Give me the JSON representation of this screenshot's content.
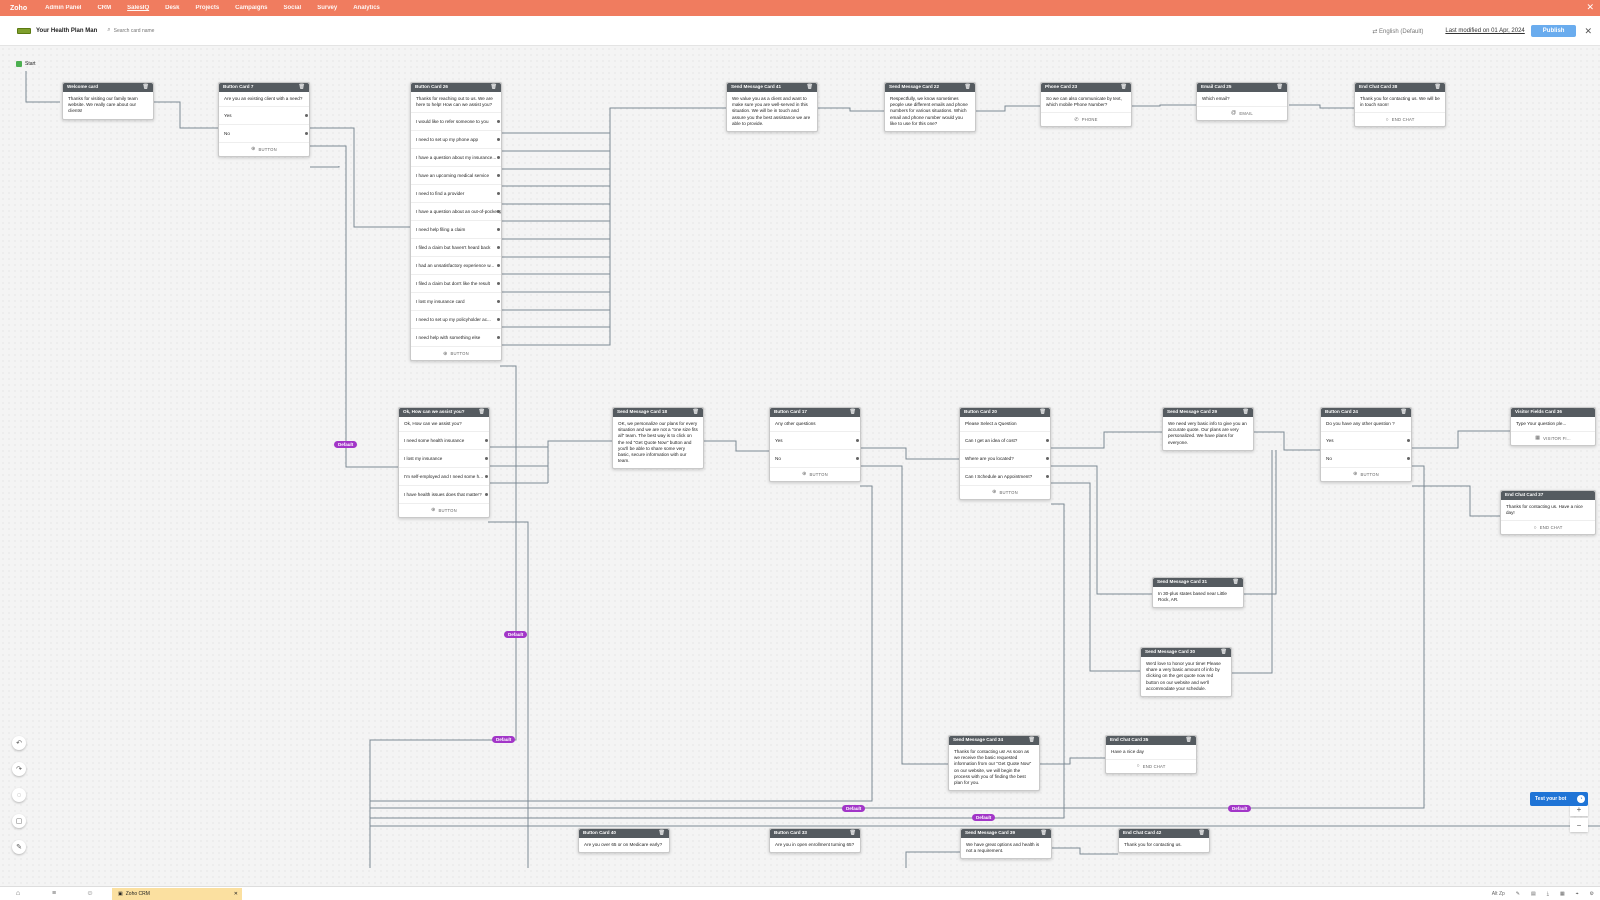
{
  "topnav": {
    "brand": "Zoho",
    "items": [
      "Admin Panel",
      "CRM",
      "SalesIQ",
      "Desk",
      "Projects",
      "Campaigns",
      "Social",
      "Survey",
      "Analytics"
    ],
    "active": "SalesIQ"
  },
  "header": {
    "bot_name": "Your Health Plan Man",
    "search_placeholder": "Search card name",
    "language": "English (Default)",
    "last_modified": "Last modified on 01 Apr, 2024",
    "publish_label": "Publish"
  },
  "canvas": {
    "start_label": "Start",
    "default_label": "Default",
    "cards": {
      "welcome": {
        "title": "Welcome card",
        "message": "Thanks for visiting our family team website. We really care about our clients!"
      },
      "button7": {
        "title": "Button Card 7",
        "message": "Are you an existing client with a need?",
        "options": [
          "Yes",
          "No"
        ]
      },
      "button26": {
        "title": "Button Card 26",
        "message": "Thanks for reaching out to us. We are here to help! How can we assist you?",
        "options": [
          "I would like to refer someone to you",
          "I need to set up my phone app",
          "I have a question about my insurance...",
          "I have an upcoming medical service",
          "I need to find a provider",
          "I have a question about an out-of-pocket pay",
          "I need help filing a claim",
          "I filed a claim but haven't heard back",
          "I had an unsatisfactory experience w...",
          "I filed a claim but don't like the result",
          "I lost my insurance card",
          "I need to set up my policyholder ac...",
          "I need help with something else"
        ]
      },
      "send41": {
        "title": "Send Message Card 41",
        "message": "We value you as a client and want to make sure you are well-served in this situation. We will be in touch and assure you the best assistance we are able to provide."
      },
      "send22": {
        "title": "Send Message Card 22",
        "message": "Respectfully, we know sometimes people use different emails and phone numbers for various situations. Which email and phone number would you like to use for this one?"
      },
      "phone23": {
        "title": "Phone Card 23",
        "message": "So we can also communicate by text, which mobile Phone Number?",
        "foot": "PHONE"
      },
      "email25": {
        "title": "Email Card 25",
        "message": "Which email?",
        "foot": "EMAIL"
      },
      "endchat38": {
        "title": "End Chat Card 38",
        "message": "Thank you for contacting us. We will be in touch soon!",
        "foot": "END CHAT"
      },
      "assist": {
        "title": "Ok, How can we assist you?",
        "message": "Ok, How can we assist you?",
        "options": [
          "I need some health insurance",
          "I lost my insurance",
          "I'm self-employed and I need some h...",
          "I have health issues does that matter?"
        ]
      },
      "send18": {
        "title": "Send Message Card 18",
        "message": "OK, we personalize our plans for every situation and we are not a \"one size fits all\" team. The best way is to click on the red \"Get Quote Now\" button and you'll be able to share some very basic, secure information with our team."
      },
      "button17": {
        "title": "Button Card 17",
        "message": "Any other questions",
        "options": [
          "Yes",
          "No"
        ]
      },
      "button20": {
        "title": "Button Card 20",
        "message": "Please Select a Question",
        "options": [
          "Can I get an idea of cost?",
          "Where are you located?",
          "Can I Schedule an Appointment?"
        ]
      },
      "send29": {
        "title": "Send Message Card 29",
        "message": "We need very basic info to give you an accurate quote. Our plans are very personalized. We have plans for everyone."
      },
      "button24": {
        "title": "Button Card 24",
        "message": "Do you have any other question ?",
        "options": [
          "Yes",
          "No"
        ]
      },
      "visitor": {
        "title": "Visitor Fields Card 36",
        "message": "Type Your question ple...",
        "foot": "VISITOR FI..."
      },
      "endchat37": {
        "title": "End Chat Card 37",
        "message": "Thanks for contacting us. Have a nice day!",
        "foot": "END CHAT"
      },
      "send31": {
        "title": "Send Message Card 31",
        "message": "In 30-plus states based near Little Rock, AR."
      },
      "send30": {
        "title": "Send Message Card 30",
        "message": "We'd love to honor your time! Please share a very basic amount of info by clicking on the get quote now red button on our website and we'll accommodate your schedule."
      },
      "send34": {
        "title": "Send Message Card 34",
        "message": "Thanks for contacting us! As soon as we receive the basic requested information from our \"Get Quote Now\" on our website, we will begin the process with you of finding the best plan for you."
      },
      "endchat35": {
        "title": "End Chat Card 35",
        "message": "Have a nice day",
        "foot": "END CHAT"
      },
      "button40": {
        "title": "Button Card 40",
        "message": "Are you over 65 or on Medicare early?"
      },
      "button33": {
        "title": "Button Card 33",
        "message": "Are you in open enrollment turning 65?"
      },
      "send39": {
        "title": "Send Message Card 39",
        "message": "We have great options and health is not a requirement."
      },
      "endchat42": {
        "title": "End Chat Card 42",
        "message": "Thank you for contacting us."
      }
    },
    "button_foot": "BUTTON",
    "test_bot": "Test your bot"
  },
  "bottombar": {
    "task_app": "Zoho CRM",
    "right_items": [
      "Alt Zp"
    ]
  }
}
